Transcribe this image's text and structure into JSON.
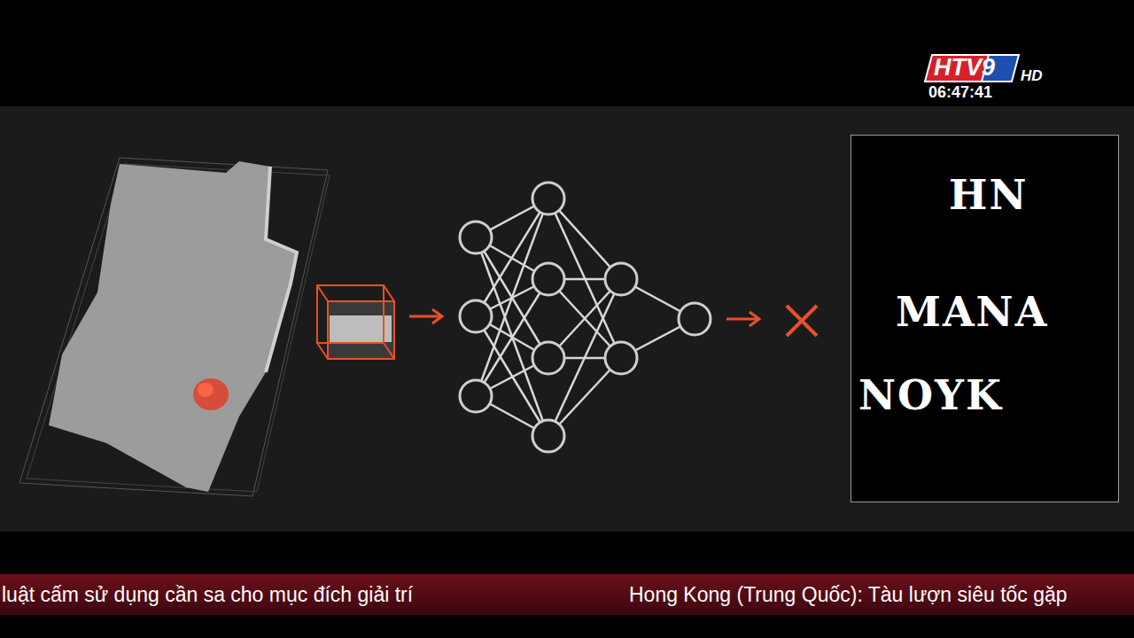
{
  "diagram": {
    "nodes": [
      {
        "text": [
          "HN",
          "MANA",
          "NOYK"
        ]
      },
      {
        "text": [
          "luật cấm sử dụng cần sa cho mục đích giải trí",
          "Hong Kong (Trung Quốc): Tàu lượn siêu tốc gặp"
        ]
      }
    ],
    "labels": [
      "HTV9",
      "HD",
      "06:47:41"
    ]
  }
}
